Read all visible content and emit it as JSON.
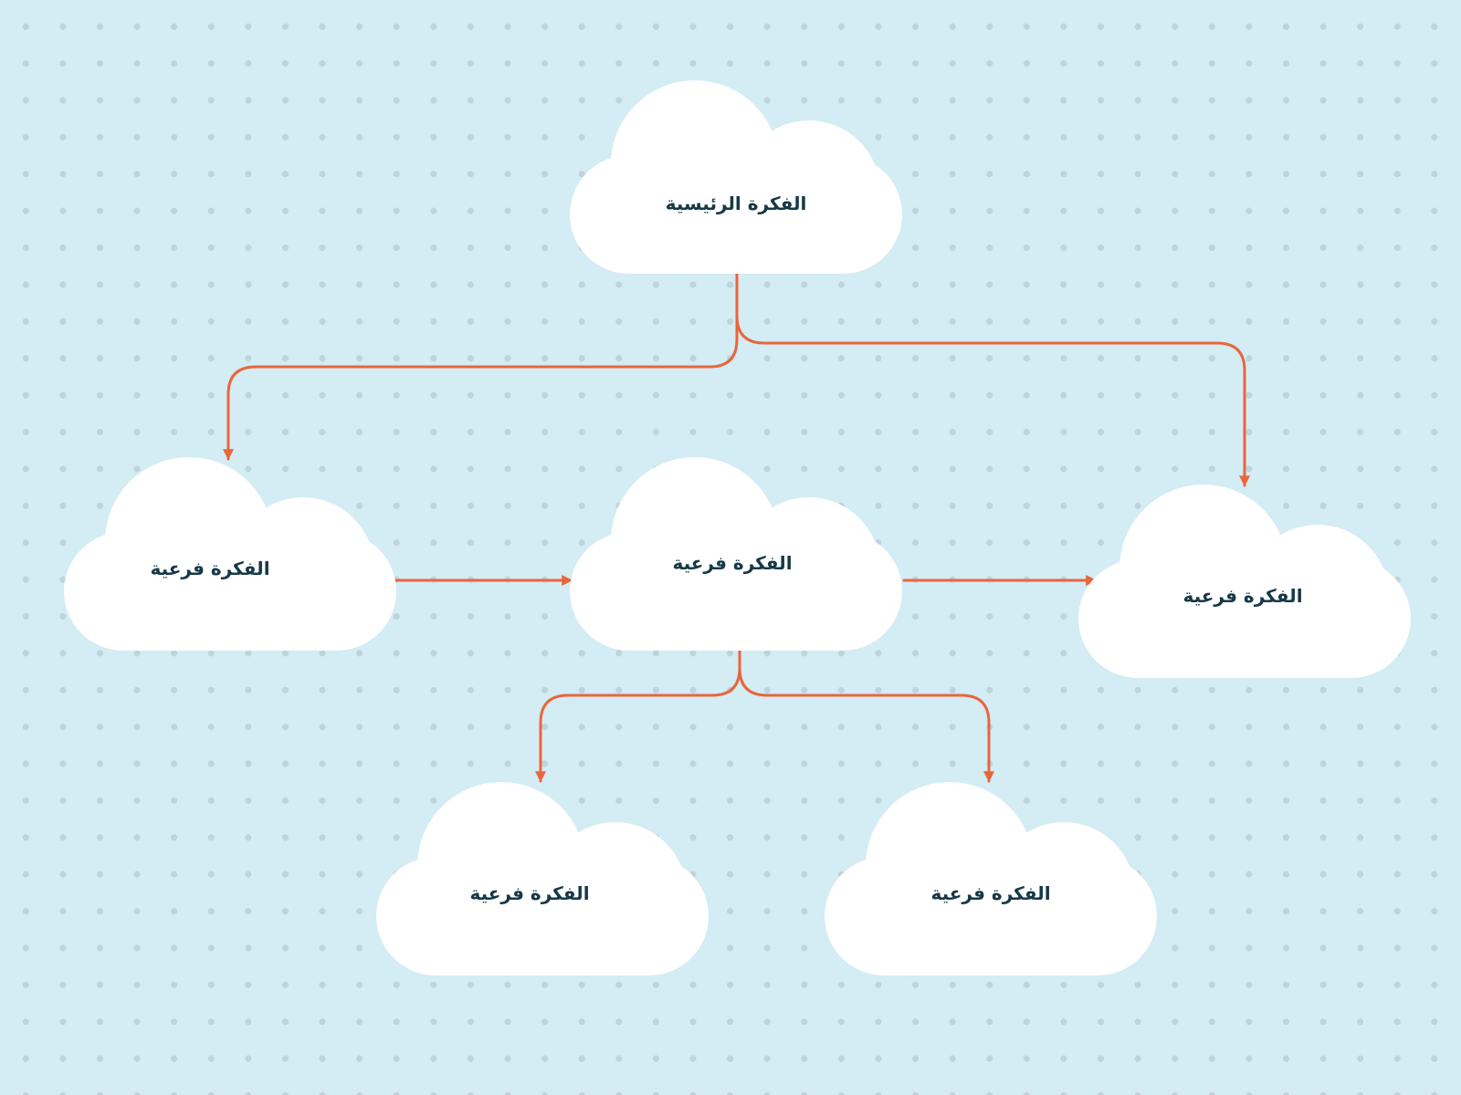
{
  "colors": {
    "background": "#d4ecf4",
    "dot": "#bfd3da",
    "cloud": "#ffffff",
    "connector": "#e8663c",
    "text": "#163946"
  },
  "nodes": {
    "main": {
      "label": "الفكرة الرئيسية"
    },
    "left": {
      "label": "الفكرة فرعية"
    },
    "center": {
      "label": "الفكرة فرعية"
    },
    "right": {
      "label": "الفكرة فرعية"
    },
    "bottom_left": {
      "label": "الفكرة فرعية"
    },
    "bottom_right": {
      "label": "الفكرة فرعية"
    }
  },
  "edges": [
    {
      "from": "main",
      "to": "left"
    },
    {
      "from": "main",
      "to": "right"
    },
    {
      "from": "left",
      "to": "center"
    },
    {
      "from": "center",
      "to": "right"
    },
    {
      "from": "center",
      "to": "bottom_left"
    },
    {
      "from": "center",
      "to": "bottom_right"
    }
  ]
}
